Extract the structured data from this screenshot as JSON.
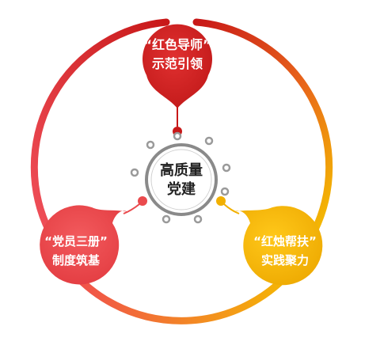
{
  "center": {
    "line1": "高质量",
    "line2": "党建"
  },
  "nodes": {
    "top": {
      "line1": "“红色导师”",
      "line2": "示范引领",
      "color": "#d42020"
    },
    "left": {
      "line1": "“党员三册”",
      "line2": "制度筑基",
      "color": "#ea4a4d"
    },
    "right": {
      "line1": "“红烛帮扶”",
      "line2": "实践聚力",
      "color": "#f2b000"
    }
  },
  "colors": {
    "ring_red": "#d42020",
    "ring_pink": "#f0505a",
    "ring_yellow": "#f5c000",
    "center_border": "#8a8a8a",
    "center_text": "#222222",
    "dot": "#9a9a9a"
  }
}
